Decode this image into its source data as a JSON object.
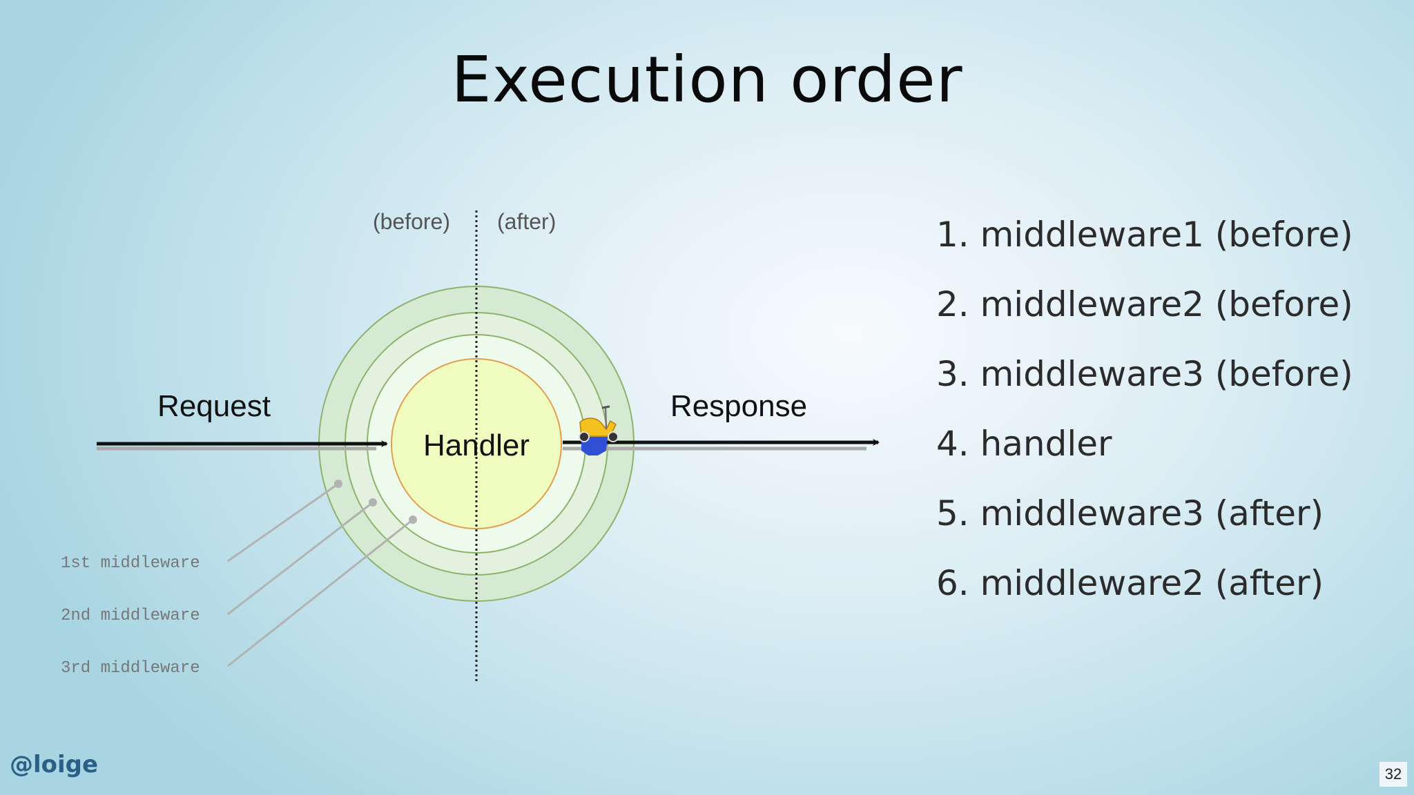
{
  "slide": {
    "title": "Execution order",
    "handle": "@loige",
    "page_number": "32"
  },
  "diagram": {
    "before_label": "(before)",
    "after_label": "(after)",
    "request_label": "Request",
    "response_label": "Response",
    "handler_label": "Handler",
    "middleware_labels": [
      "1st middleware",
      "2nd middleware",
      "3rd middleware"
    ],
    "scooter_icon": "scooter-icon",
    "colors": {
      "handler_fill": "#f0fbbf",
      "handler_stroke": "#e0a050",
      "ring_stroke": "#8cb36a",
      "ring_outer": "#d6e9d3",
      "ring_middle": "#e3f1de",
      "ring_inner": "#eefaec",
      "pointer_line": "#b2b2b2"
    }
  },
  "execution_steps": [
    "1. middleware1 (before)",
    "2. middleware2 (before)",
    "3. middleware3 (before)",
    "4. handler",
    "5. middleware3 (after)",
    "6. middleware2 (after)"
  ]
}
